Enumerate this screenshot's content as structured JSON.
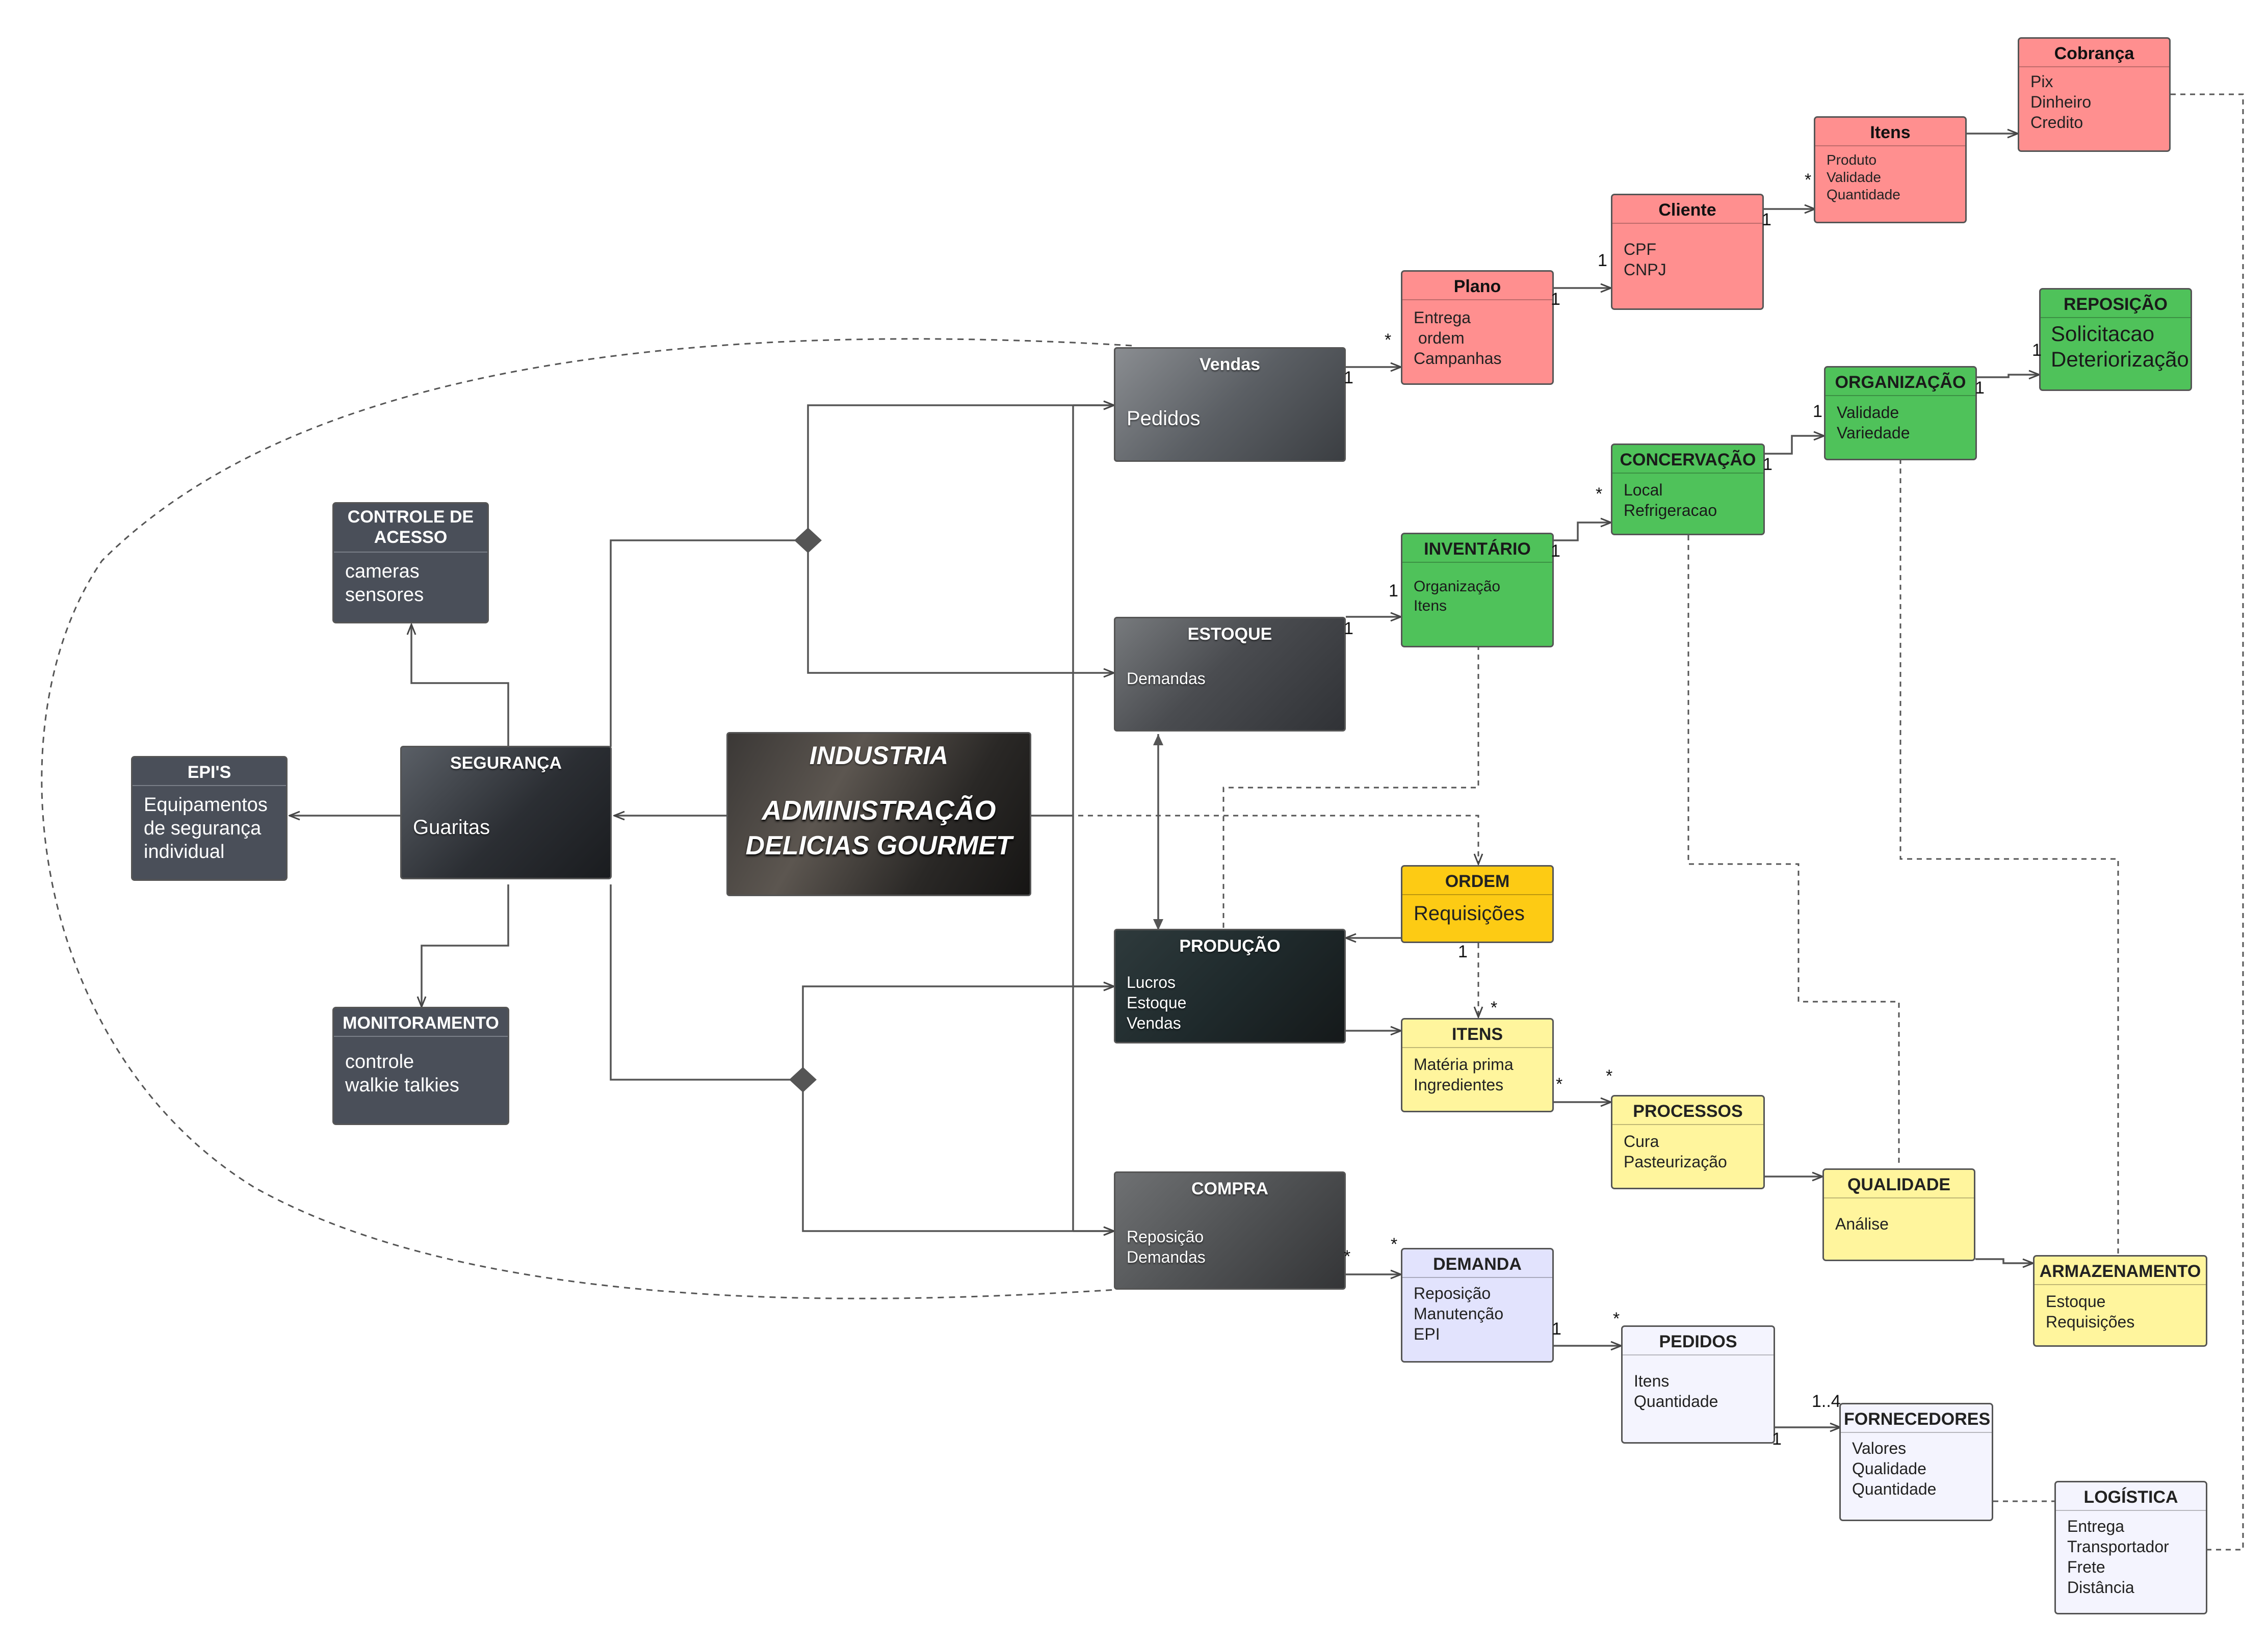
{
  "colors": {
    "sales_red": "#ff8f8f",
    "inventory_green": "#4fc25a",
    "order_yellow": "#fdcb14",
    "process_yellow": "#fff59d",
    "purchase_lavender": "#e2e3fd",
    "security_dark": "#4a4f59",
    "connector": "#555555"
  },
  "industria": {
    "title": "INDUSTRIA",
    "subtitle_line1": "ADMINISTRAÇÃO",
    "subtitle_line2": "DELICIAS GOURMET"
  },
  "photo_nodes": {
    "vendas": {
      "title": "Vendas",
      "lines": [
        "Pedidos"
      ]
    },
    "estoque": {
      "title": "ESTOQUE",
      "lines": [
        "Demandas"
      ]
    },
    "producao": {
      "title": "PRODUÇÃO",
      "lines": [
        "Lucros",
        "Estoque",
        "Vendas"
      ]
    },
    "compra": {
      "title": "COMPRA",
      "lines": [
        "Reposição",
        "Demandas"
      ]
    },
    "seguranca": {
      "title": "SEGURANÇA",
      "lines": [
        "Guaritas"
      ]
    }
  },
  "security_boxes": {
    "controle_acesso": {
      "title_line1": "CONTROLE DE",
      "title_line2": "ACESSO",
      "lines": [
        "cameras",
        "sensores"
      ]
    },
    "epis": {
      "title": "EPI'S",
      "lines": [
        "Equipamentos",
        "de segurança",
        "individual"
      ]
    },
    "monitoramento": {
      "title": "MONITORAMENTO",
      "lines": [
        "controle",
        "walkie talkies"
      ]
    }
  },
  "sales_boxes": {
    "plano": {
      "title": "Plano",
      "lines": [
        "Entrega",
        " ordem",
        "Campanhas"
      ]
    },
    "cliente": {
      "title": "Cliente",
      "lines": [
        "CPF",
        "CNPJ"
      ]
    },
    "itens": {
      "title": "Itens",
      "lines": [
        "Produto",
        "Validade",
        "Quantidade"
      ]
    },
    "cobranca": {
      "title": "Cobrança",
      "lines": [
        "Pix",
        "Dinheiro",
        "Credito"
      ]
    }
  },
  "inventory_boxes": {
    "inventario": {
      "title": "INVENTÁRIO",
      "lines": [
        "Organização",
        "Itens"
      ]
    },
    "concervacao": {
      "title": "CONCERVAÇÃO",
      "lines": [
        "Local",
        "Refrigeracao"
      ]
    },
    "organizacao": {
      "title": "ORGANIZAÇÃO",
      "lines": [
        "Validade",
        "Variedade"
      ]
    },
    "reposicao": {
      "title": "REPOSIÇÃO",
      "lines": [
        "Solicitacao",
        "Deteriorização"
      ]
    }
  },
  "production_boxes": {
    "ordem": {
      "title": "ORDEM",
      "lines": [
        "Requisições"
      ]
    },
    "itens": {
      "title": "ITENS",
      "lines": [
        "Matéria prima",
        "Ingredientes"
      ]
    },
    "processos": {
      "title": "PROCESSOS",
      "lines": [
        "Cura",
        "Pasteurização"
      ]
    },
    "qualidade": {
      "title": "QUALIDADE",
      "lines": [
        "Análise"
      ]
    },
    "armazenamento": {
      "title": "ARMAZENAMENTO",
      "lines": [
        "Estoque",
        "Requisições"
      ]
    }
  },
  "purchase_boxes": {
    "demanda": {
      "title": "DEMANDA",
      "lines": [
        "Reposição",
        "Manutenção",
        "EPI"
      ]
    },
    "pedidos": {
      "title": "PEDIDOS",
      "lines": [
        "Itens",
        "Quantidade"
      ]
    },
    "fornecedores": {
      "title": "FORNECEDORES",
      "lines": [
        "Valores",
        "Qualidade",
        "Quantidade"
      ]
    },
    "logistica": {
      "title": "LOGÍSTICA",
      "lines": [
        "Entrega",
        "Transportador",
        "Frete",
        "Distância"
      ]
    }
  },
  "multiplicities": {
    "star": "*",
    "one": "1",
    "one_to_four": "1..4"
  }
}
